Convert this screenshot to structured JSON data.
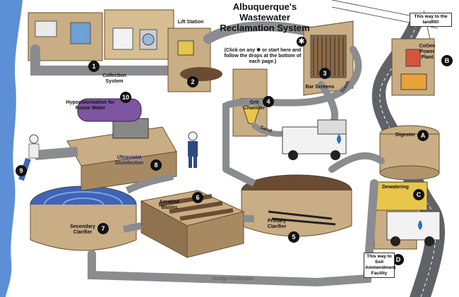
{
  "title": "Albuquerque's Wastewater Reclamation System",
  "instructions": "(Click on any ✱ or start here and follow the drops at the bottom of each page.)",
  "colors": {
    "pipe": "#8a8c8f",
    "pipe_dark": "#5c5e61",
    "building": "#c9ad84",
    "building_dark": "#8f7250",
    "river": "#5d8fd6",
    "water": "#3e64b8",
    "sludge": "#6b4c33",
    "road": "#5f6266"
  },
  "stages": [
    {
      "num": "1",
      "label": "Collection System"
    },
    {
      "num": "2",
      "label": "Lift Station"
    },
    {
      "num": "3",
      "label": "Bar Screens"
    },
    {
      "num": "4",
      "label": "Grit Chamber"
    },
    {
      "num": "5",
      "label": "Primary Clarifier"
    },
    {
      "num": "6",
      "label": "Aeration Basins"
    },
    {
      "num": "7",
      "label": "Secondary Clarifier"
    },
    {
      "num": "8",
      "label": "Ultraviolet Disinfection"
    },
    {
      "num": "9",
      "label": ""
    },
    {
      "num": "10",
      "label": "Hypochlorination for Reuse Water"
    },
    {
      "num": "A",
      "label": "Digester"
    },
    {
      "num": "B",
      "label": "CoGen Power Plant"
    },
    {
      "num": "C",
      "label": "Dewatering"
    },
    {
      "num": "D",
      "label": "This way to Soil Ammendment Facility"
    }
  ],
  "signs": {
    "landfill": "This way to the landfill!"
  },
  "pipe_labels": {
    "trash": "Trash",
    "sand": "Sand",
    "sludge": "Sludge Collection"
  },
  "icons": {
    "start_marker": "asterisk-icon",
    "tanker": "tanker-truck-icon",
    "worker": "worker-icon"
  }
}
